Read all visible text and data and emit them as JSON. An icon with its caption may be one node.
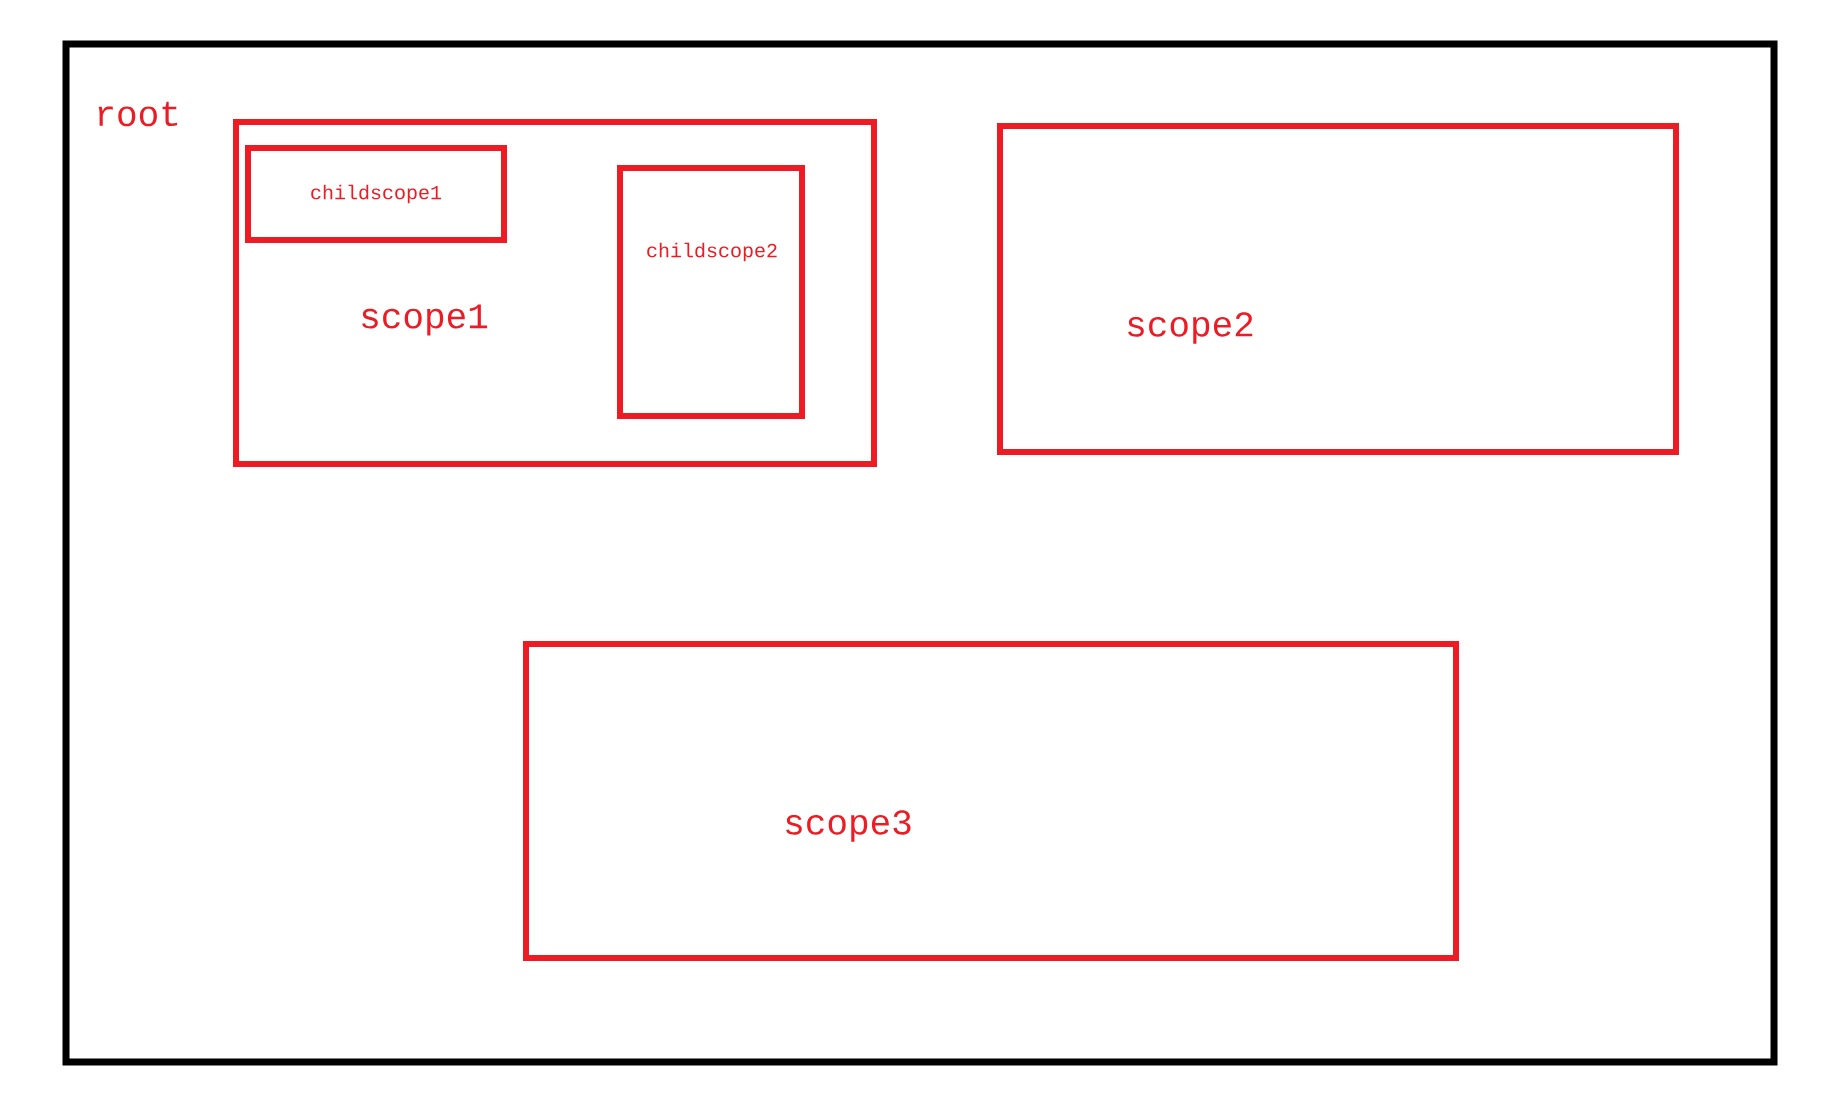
{
  "diagram": {
    "nodes": [
      {
        "text": [
          "root"
        ]
      },
      {
        "text": [
          "scope1"
        ],
        "in": 0
      },
      {
        "text": [
          "childscope1"
        ],
        "in": 1
      },
      {
        "text": [
          "childscope2"
        ],
        "in": 1
      },
      {
        "text": [
          "scope2"
        ],
        "in": 0
      },
      {
        "text": [
          "scope3"
        ],
        "in": 0
      }
    ]
  }
}
